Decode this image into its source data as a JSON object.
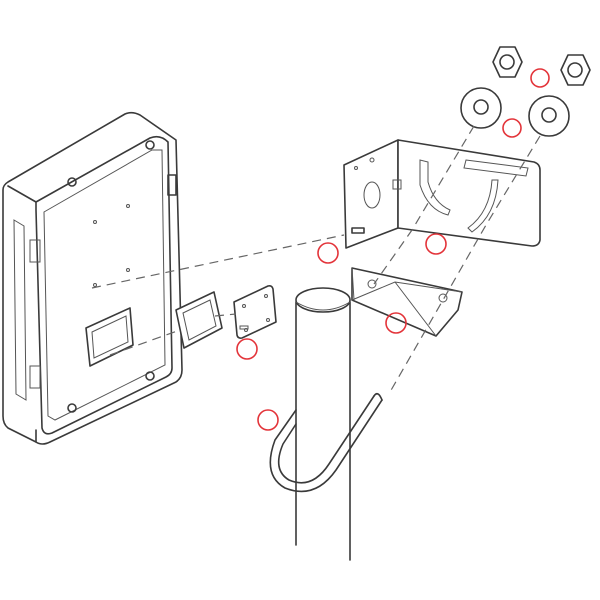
{
  "diagram": {
    "parts": [
      "enclosure",
      "gasket",
      "cover-plate",
      "mounting-bracket",
      "clamp-saddle",
      "pole",
      "u-bolt",
      "washer",
      "hex-nut"
    ],
    "colors": {
      "callout": "#e3343a",
      "line": "#3a3a3a",
      "background": "#ffffff"
    }
  }
}
